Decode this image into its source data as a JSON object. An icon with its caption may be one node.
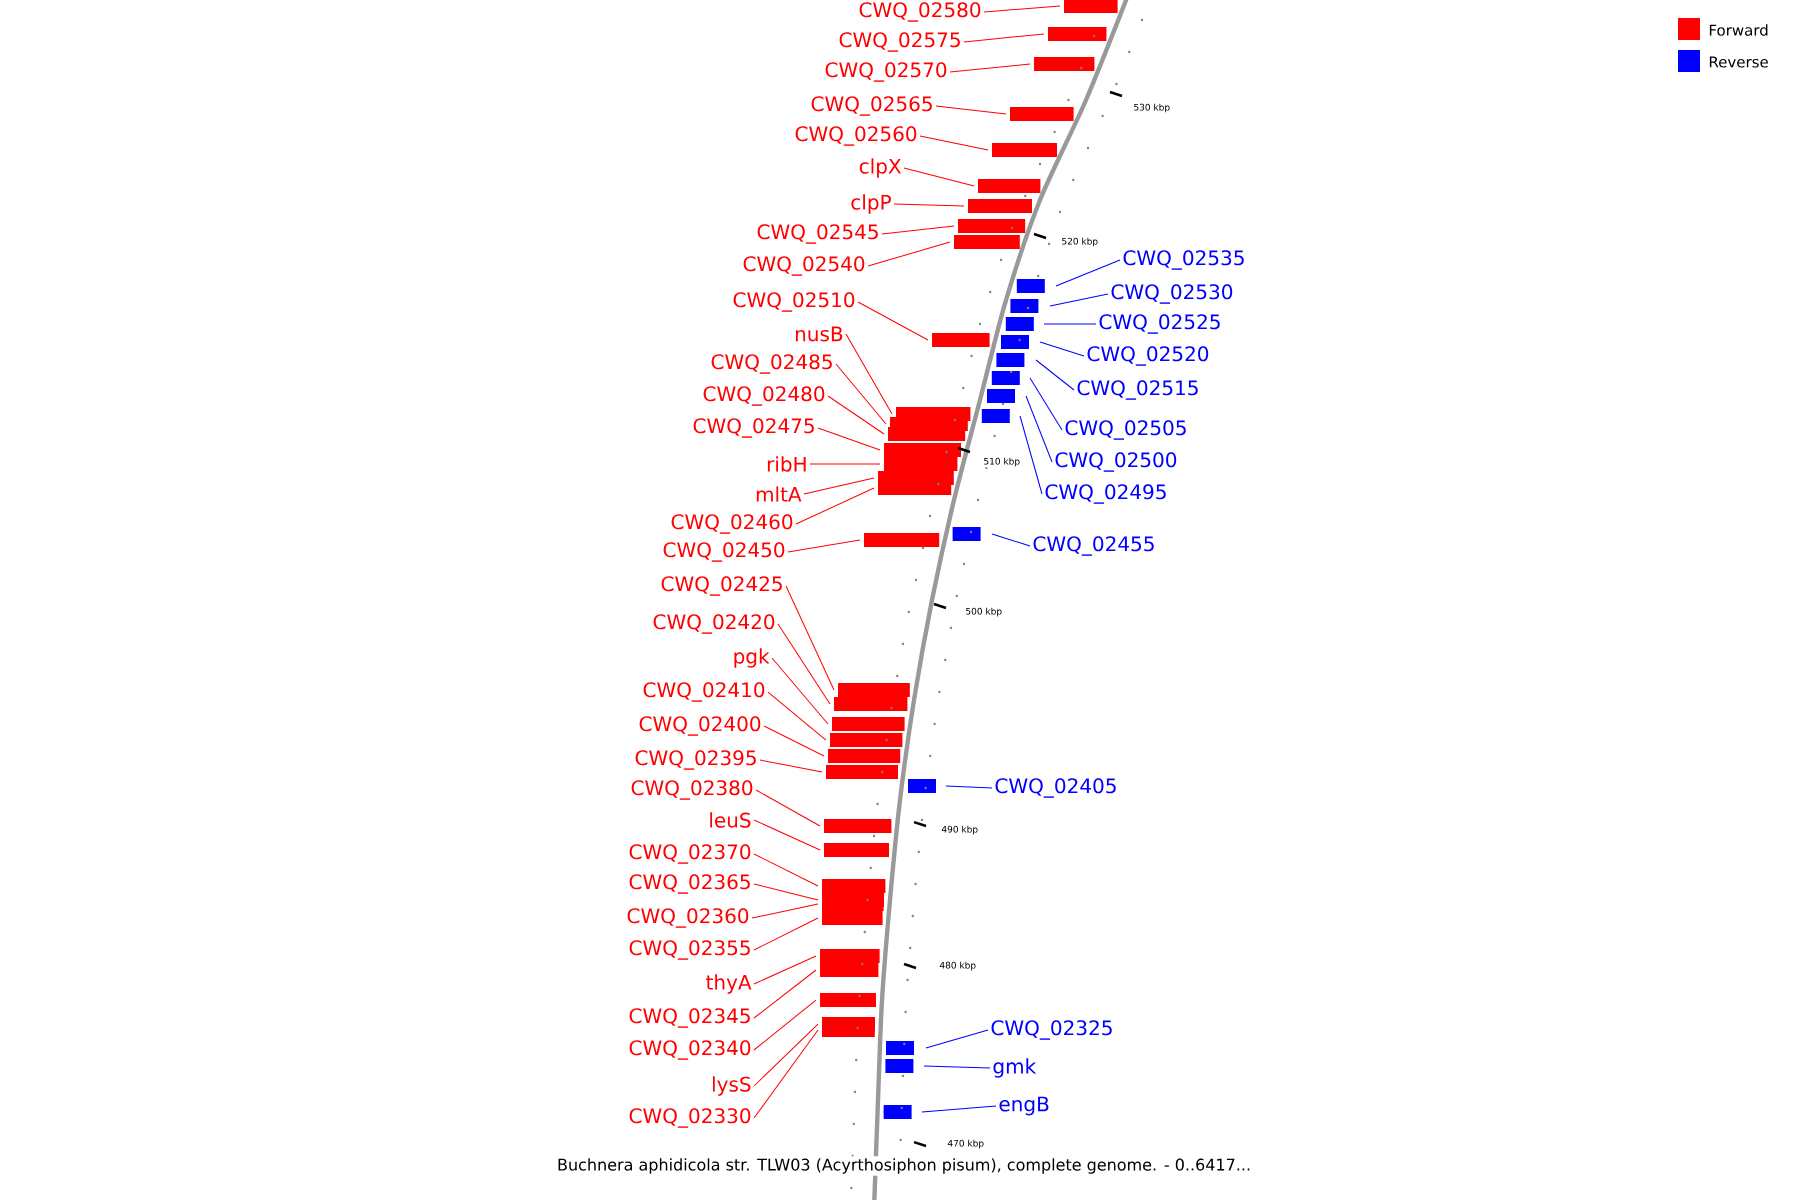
{
  "diagram": {
    "caption": "Buchnera aphidicola str. TLW03 (Acyrthosiphon pisum), complete genome. - 0..6417...",
    "nodes": [
      {
        "text": [
          "CWQ_02580"
        ]
      },
      {
        "text": [
          "CWQ_02575"
        ]
      },
      {
        "text": [
          "CWQ_02570"
        ]
      },
      {
        "text": [
          "CWQ_02565"
        ]
      },
      {
        "text": [
          "CWQ_02560"
        ]
      },
      {
        "text": [
          "clpX"
        ]
      },
      {
        "text": [
          "clpP"
        ]
      },
      {
        "text": [
          "CWQ_02545"
        ]
      },
      {
        "text": [
          "CWQ_02540"
        ]
      },
      {
        "text": [
          "CWQ_02510"
        ]
      },
      {
        "text": [
          "nusB"
        ]
      },
      {
        "text": [
          "CWQ_02485"
        ]
      },
      {
        "text": [
          "CWQ_02480"
        ]
      },
      {
        "text": [
          "CWQ_02475"
        ]
      },
      {
        "text": [
          "ribH"
        ]
      },
      {
        "text": [
          "mltA"
        ]
      },
      {
        "text": [
          "CWQ_02460"
        ]
      },
      {
        "text": [
          "CWQ_02450"
        ]
      },
      {
        "text": [
          "CWQ_02425"
        ]
      },
      {
        "text": [
          "CWQ_02420"
        ]
      },
      {
        "text": [
          "pgk"
        ]
      },
      {
        "text": [
          "CWQ_02410"
        ]
      },
      {
        "text": [
          "CWQ_02400"
        ]
      },
      {
        "text": [
          "CWQ_02395"
        ]
      },
      {
        "text": [
          "CWQ_02380"
        ]
      },
      {
        "text": [
          "leuS"
        ]
      },
      {
        "text": [
          "CWQ_02370"
        ]
      },
      {
        "text": [
          "CWQ_02365"
        ]
      },
      {
        "text": [
          "CWQ_02360"
        ]
      },
      {
        "text": [
          "CWQ_02355"
        ]
      },
      {
        "text": [
          "thyA"
        ]
      },
      {
        "text": [
          "CWQ_02345"
        ]
      },
      {
        "text": [
          "CWQ_02340"
        ]
      },
      {
        "text": [
          "lysS"
        ]
      },
      {
        "text": [
          "CWQ_02330"
        ]
      },
      {
        "text": [
          "CWQ_02535"
        ]
      },
      {
        "text": [
          "CWQ_02530"
        ]
      },
      {
        "text": [
          "CWQ_02525"
        ]
      },
      {
        "text": [
          "CWQ_02520"
        ]
      },
      {
        "text": [
          "CWQ_02515"
        ]
      },
      {
        "text": [
          "CWQ_02505"
        ]
      },
      {
        "text": [
          "CWQ_02500"
        ]
      },
      {
        "text": [
          "CWQ_02495"
        ]
      },
      {
        "text": [
          "CWQ_02455"
        ]
      },
      {
        "text": [
          "CWQ_02405"
        ]
      },
      {
        "text": [
          "CWQ_02325"
        ]
      },
      {
        "text": [
          "gmk"
        ]
      },
      {
        "text": [
          "engB"
        ]
      }
    ],
    "edges": [
      {
        "from": 0,
        "to": null,
        "arrow": "none"
      },
      {
        "from": 1,
        "to": null,
        "arrow": "none"
      },
      {
        "from": 2,
        "to": null,
        "arrow": "none"
      },
      {
        "from": 3,
        "to": null,
        "arrow": "none"
      },
      {
        "from": 4,
        "to": null,
        "arrow": "none"
      },
      {
        "from": 5,
        "to": null,
        "arrow": "none"
      },
      {
        "from": 6,
        "to": null,
        "arrow": "none"
      },
      {
        "from": 7,
        "to": null,
        "arrow": "none"
      },
      {
        "from": 8,
        "to": null,
        "arrow": "none"
      },
      {
        "from": 9,
        "to": null,
        "arrow": "none"
      },
      {
        "from": 10,
        "to": null,
        "arrow": "none"
      },
      {
        "from": 11,
        "to": null,
        "arrow": "none"
      },
      {
        "from": 12,
        "to": null,
        "arrow": "none"
      },
      {
        "from": 13,
        "to": null,
        "arrow": "none"
      },
      {
        "from": 14,
        "to": null,
        "arrow": "none"
      },
      {
        "from": 15,
        "to": null,
        "arrow": "none"
      },
      {
        "from": 16,
        "to": null,
        "arrow": "none"
      },
      {
        "from": 17,
        "to": null,
        "arrow": "none"
      },
      {
        "from": 18,
        "to": null,
        "arrow": "none"
      },
      {
        "from": 19,
        "to": null,
        "arrow": "none"
      },
      {
        "from": 20,
        "to": null,
        "arrow": "none"
      },
      {
        "from": 21,
        "to": null,
        "arrow": "none"
      },
      {
        "from": 22,
        "to": null,
        "arrow": "none"
      },
      {
        "from": 23,
        "to": null,
        "arrow": "none"
      },
      {
        "from": 24,
        "to": null,
        "arrow": "none"
      },
      {
        "from": 25,
        "to": null,
        "arrow": "none"
      },
      {
        "from": 26,
        "to": null,
        "arrow": "none"
      },
      {
        "from": 27,
        "to": null,
        "arrow": "none"
      },
      {
        "from": 28,
        "to": null,
        "arrow": "none"
      },
      {
        "from": 29,
        "to": null,
        "arrow": "none"
      },
      {
        "from": 30,
        "to": null,
        "arrow": "none"
      },
      {
        "from": 31,
        "to": null,
        "arrow": "none"
      },
      {
        "from": 32,
        "to": null,
        "arrow": "none"
      },
      {
        "from": 33,
        "to": null,
        "arrow": "none"
      },
      {
        "from": 34,
        "to": null,
        "arrow": "none"
      },
      {
        "from": 35,
        "to": null,
        "arrow": "none",
        "color": "#0000ff"
      },
      {
        "from": 36,
        "to": null,
        "arrow": "none",
        "color": "#0000ff"
      },
      {
        "from": 37,
        "to": null,
        "arrow": "none",
        "color": "#0000ff"
      },
      {
        "from": 38,
        "to": null,
        "arrow": "none",
        "color": "#0000ff"
      },
      {
        "from": 39,
        "to": null,
        "arrow": "none",
        "color": "#0000ff"
      },
      {
        "from": 40,
        "to": null,
        "arrow": "none",
        "color": "#0000ff"
      },
      {
        "from": 41,
        "to": null,
        "arrow": "none",
        "color": "#0000ff"
      },
      {
        "from": 42,
        "to": null,
        "arrow": "none",
        "color": "#0000ff"
      },
      {
        "from": 43,
        "to": null,
        "arrow": "none",
        "color": "#0000ff"
      },
      {
        "from": 44,
        "to": null,
        "arrow": "none",
        "color": "#0000ff"
      },
      {
        "from": 45,
        "to": null,
        "arrow": "none",
        "color": "#0000ff"
      },
      {
        "from": 46,
        "to": null,
        "arrow": "none",
        "color": "#0000ff"
      },
      {
        "from": 47,
        "to": null,
        "arrow": "none",
        "color": "#0000ff"
      }
    ],
    "labels": [
      "530 kbp",
      "520 kbp",
      "510 kbp",
      "500 kbp",
      "490 kbp",
      "480 kbp",
      "470 kbp"
    ],
    "legend": [
      {
        "text": "Forward",
        "color": "#ff0000"
      },
      {
        "text": "Reverse",
        "color": "#0000ff"
      }
    ]
  }
}
